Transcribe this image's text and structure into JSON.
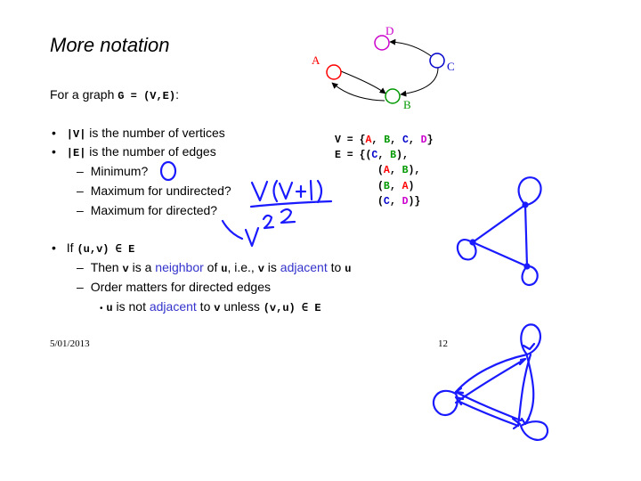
{
  "slide": {
    "title": "More notation",
    "intro": {
      "prefix": "For a graph ",
      "code": "G = (V,E)",
      "suffix": ":"
    },
    "bullets": [
      {
        "bullet": "•",
        "code": "|V|",
        "text": " is the number of vertices"
      },
      {
        "bullet": "•",
        "code": "|E|",
        "text": " is the number of edges"
      }
    ],
    "sub_bullets_edges": [
      {
        "dash": "–",
        "text": "Minimum?"
      },
      {
        "dash": "–",
        "text": "Maximum for undirected?"
      },
      {
        "dash": "–",
        "text": "Maximum for directed?"
      }
    ],
    "if_bullet": {
      "bullet": "•",
      "prefix": "If ",
      "code": "(u,v) ∈ E"
    },
    "then_line": {
      "dash": "–",
      "t1": "Then ",
      "c1": "v",
      "t2": " is a ",
      "neighbor": "neighbor",
      "t3": " of ",
      "c2": "u",
      "t4": ", i.e., ",
      "c3": "v",
      "t5": " is ",
      "adjacent": "adjacent",
      "t6": " to ",
      "c4": "u"
    },
    "order_line": {
      "dash": "–",
      "text": "Order matters for directed edges"
    },
    "u_line": {
      "bullet": "•",
      "c1": "u",
      "t1": " is not ",
      "adjacent": "adjacent",
      "t2": " to ",
      "c2": "v",
      "t3": "  unless ",
      "c3": "(v,u) ∈ E"
    },
    "footer": {
      "date": "5/01/2013",
      "page": "12"
    }
  },
  "sets": {
    "V_line": {
      "p1": "V = {",
      "A": "A",
      "s1": ", ",
      "B": "B",
      "s2": ", ",
      "C": "C",
      "s3": ", ",
      "D": "D",
      "p2": "}"
    },
    "E_line1": {
      "p1": "E = {(",
      "C": "C",
      "s1": ", ",
      "B": "B",
      "p2": "),",
      "": ""
    },
    "E_line2": {
      "p1": "(",
      "A": "A",
      "s1": ", ",
      "B": "B",
      "p2": "),"
    },
    "E_line3": {
      "p1": "(",
      "B": "B",
      "s1": ", ",
      "A": "A",
      "p2": ")"
    },
    "E_line4": {
      "p1": "(",
      "C": "C",
      "s1": ", ",
      "D": "D",
      "p2": ")}"
    }
  },
  "graph": {
    "labels": {
      "A": "A",
      "B": "B",
      "C": "C",
      "D": "D"
    },
    "colors": {
      "A": "#ff0000",
      "B": "#009900",
      "C": "#0000cc",
      "D": "#cc00cc"
    }
  },
  "handwriting": {
    "ink_color": "#1a1aff",
    "answers": {
      "minimum": "0",
      "max_undirected": "V(V+1) / 2",
      "max_directed": "V²"
    }
  }
}
